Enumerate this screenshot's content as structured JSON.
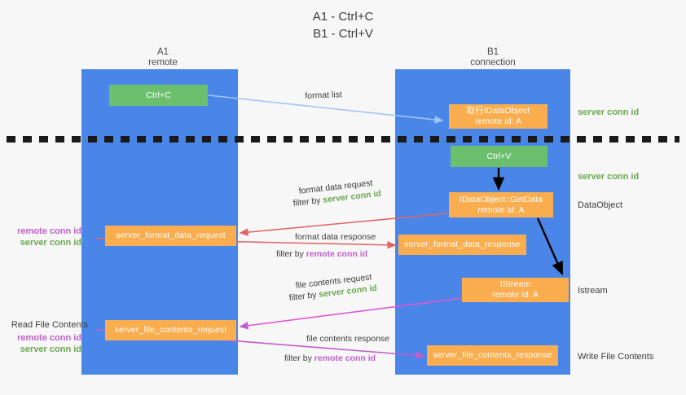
{
  "title": "A1 - Ctrl+C\nB1 - Ctrl+V",
  "columns": {
    "left": {
      "name": "A1",
      "role": "remote",
      "header": "A1\nremote",
      "color": "#4a86e8"
    },
    "right": {
      "name": "B1",
      "role": "connection",
      "header": "B1\nconnection",
      "color": "#4a86e8"
    }
  },
  "colors": {
    "lane": "#4a86e8",
    "green_box": "#6cbf6c",
    "orange_box": "#f9ad4e",
    "server_conn": "#6aa84f",
    "remote_conn": "#c25ecb",
    "arrow_blue": "#9fc5f8",
    "arrow_red": "#e06666",
    "arrow_purple": "#c25ecb",
    "arrow_black": "#000000",
    "background": "#f7f7f7"
  },
  "boxes": {
    "ctrl_c": "Ctrl+C",
    "idataobject": "取行IDataObject\nremote id: A",
    "ctrl_v": "Ctrl+V",
    "getdata": "IDataObject::GetData\nremote id: A",
    "server_format_data_request": "server_format_data_request",
    "server_format_data_response": "server_format_data_response",
    "istream": "IStream\nremote id: A",
    "server_file_contents_request": "server_file_contents_request",
    "server_file_contents_response": "server_file_contents_response"
  },
  "arrow_labels": {
    "format_list": "format list",
    "format_data_request": "format data request",
    "format_data_request_filter_prefix": "filter by ",
    "format_data_request_filter_value": "server conn id",
    "format_data_response": "format data response",
    "format_data_response_filter_prefix": "filter by ",
    "format_data_response_filter_value": "remote conn id",
    "file_contents_request": "file contents request",
    "file_contents_request_filter_prefix": "filter by ",
    "file_contents_request_filter_value": "server conn id",
    "file_contents_response": "file contents response",
    "file_contents_response_filter_prefix": "filter by ",
    "file_contents_response_filter_value": "remote conn id"
  },
  "right_labels": {
    "server_conn_id_top": "server conn id",
    "server_conn_id_mid": "server conn id",
    "data_object": "DataObject",
    "istream": "Istream",
    "write_file_contents": "Write File Contents"
  },
  "left_labels": {
    "remote_conn_id_1": "remote conn id",
    "server_conn_id_1": "server conn id",
    "read_file_contents": "Read File Contents",
    "remote_conn_id_2": "remote conn id",
    "server_conn_id_2": "server conn id"
  }
}
